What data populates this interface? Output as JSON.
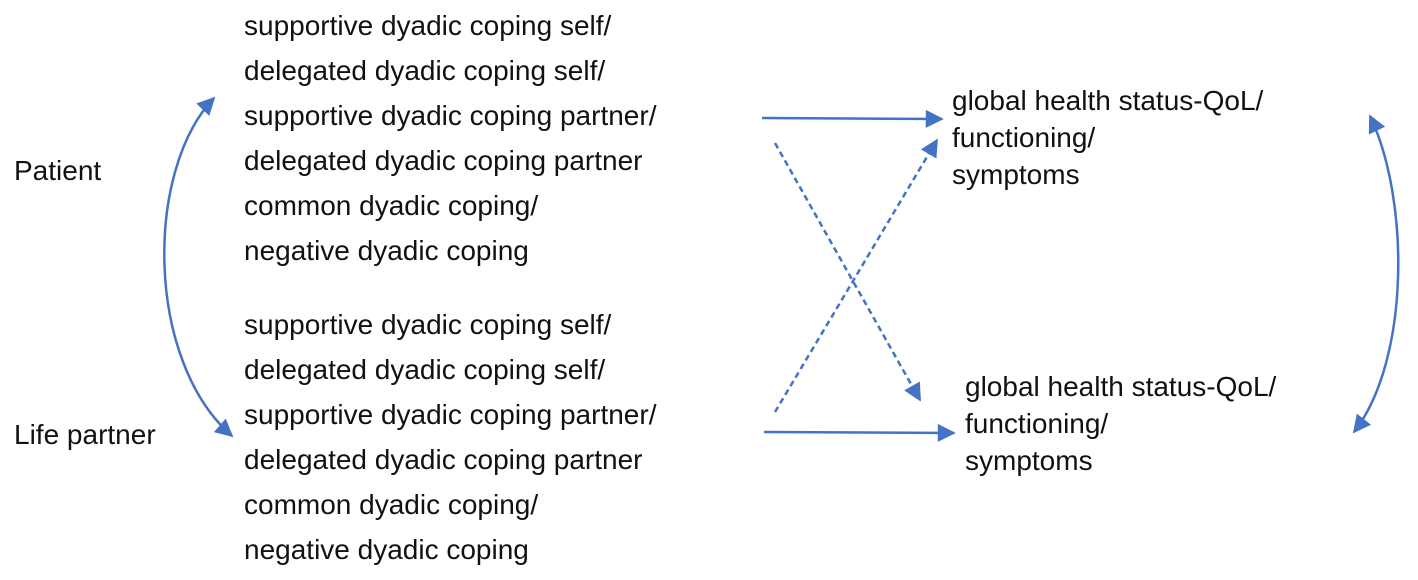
{
  "roles": {
    "patient": "Patient",
    "partner": "Life partner"
  },
  "predictors": {
    "patient": [
      "supportive dyadic coping self/",
      "delegated dyadic coping self/",
      "supportive dyadic coping partner/",
      "delegated dyadic coping partner",
      "common dyadic coping/",
      "negative dyadic coping"
    ],
    "partner": [
      "supportive dyadic coping self/",
      "delegated dyadic coping self/",
      "supportive dyadic coping partner/",
      "delegated dyadic coping partner",
      "common dyadic coping/",
      "negative dyadic coping"
    ]
  },
  "outcomes": {
    "patient": [
      "global health status-QoL/",
      "functioning/",
      "symptoms"
    ],
    "partner": [
      "global health status-QoL/",
      "functioning/",
      "symptoms"
    ]
  },
  "colors": {
    "arrow": "#4472c4",
    "text": "#111111"
  }
}
